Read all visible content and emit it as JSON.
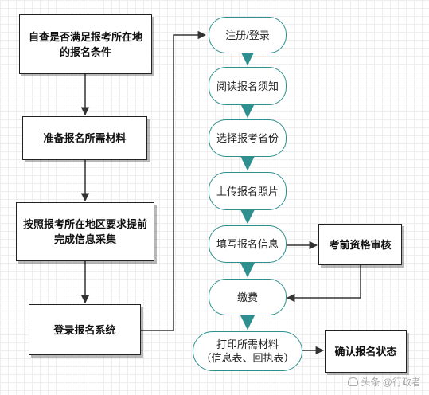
{
  "left_flow": [
    {
      "id": "self_check",
      "text": "自查是否满足报考所在地的报名条件"
    },
    {
      "id": "prepare",
      "text": "准备报名所需材料"
    },
    {
      "id": "collect",
      "text": "按照报考所在地区要求提前完成信息采集"
    },
    {
      "id": "login",
      "text": "登录报名系统"
    }
  ],
  "right_flow": [
    {
      "id": "register",
      "text": "注册/登录"
    },
    {
      "id": "read",
      "text": "阅读报名须知"
    },
    {
      "id": "province",
      "text": "选择报考省份"
    },
    {
      "id": "photo",
      "text": "上传报名照片"
    },
    {
      "id": "info",
      "text": "填写报名信息"
    },
    {
      "id": "pay",
      "text": "缴费"
    },
    {
      "id": "print",
      "text": "打印所需材料\n（信息表、回执表）"
    }
  ],
  "side_boxes": [
    {
      "id": "review",
      "text": "考前资格审核"
    },
    {
      "id": "confirm",
      "text": "确认报名状态"
    }
  ],
  "watermark": "头条 @行政者",
  "colors": {
    "pill_border": "#2f8f8f",
    "flow_arrow": "#2f8f8f",
    "box_border": "#222222"
  }
}
